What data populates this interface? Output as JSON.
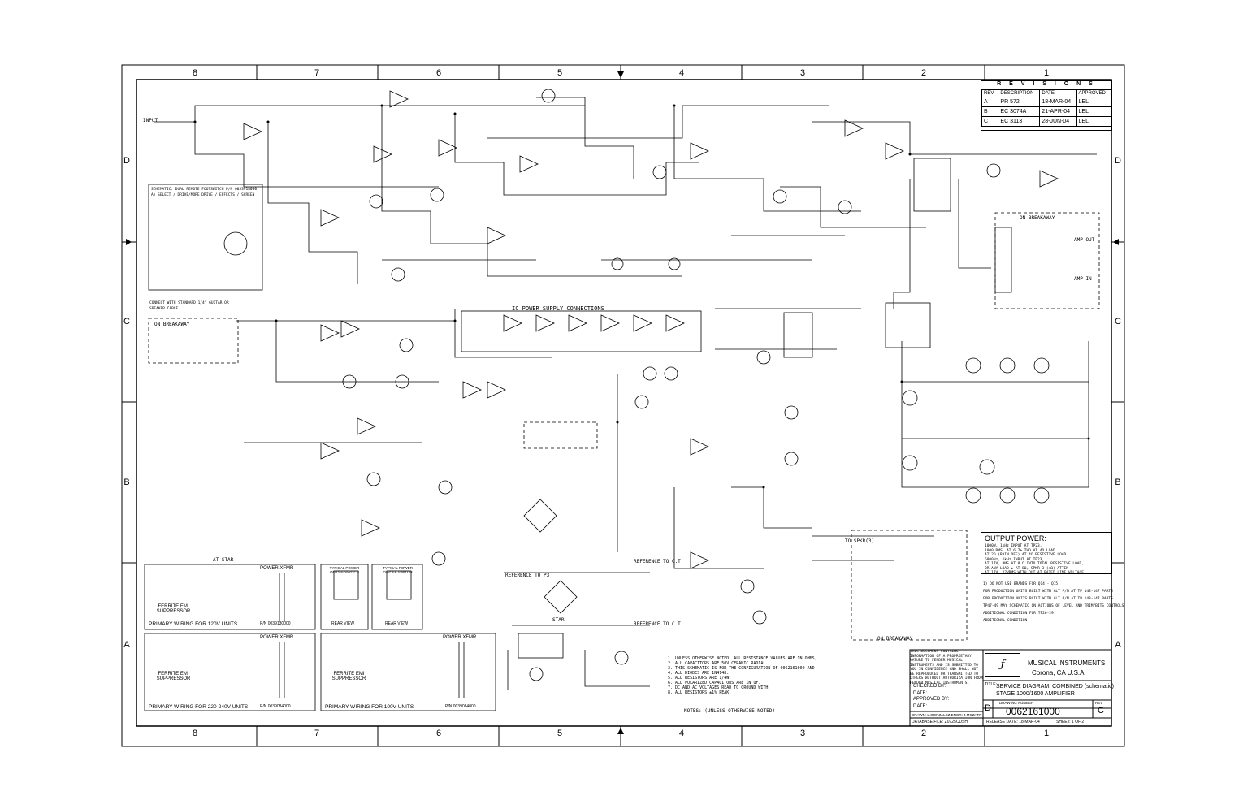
{
  "zones": {
    "columns": [
      "8",
      "7",
      "6",
      "5",
      "4",
      "3",
      "2",
      "1"
    ],
    "rows": [
      "D",
      "C",
      "B",
      "A"
    ]
  },
  "revisions": {
    "title": "R E V I S I O N S",
    "headers": [
      "REV.",
      "DESCRIPTION",
      "DATE",
      "APPROVED"
    ],
    "rows": [
      [
        "A",
        "PR 572",
        "18-MAR-04",
        "LEL"
      ],
      [
        "B",
        "EC 3074A",
        "21-APR-04",
        "LEL"
      ],
      [
        "C",
        "EC 3113",
        "28-JUN-04",
        "LEL"
      ]
    ]
  },
  "labels": {
    "input": "INPUT",
    "ic_power": "IC POWER SUPPLY CONNECTIONS",
    "on_breakaway_left": "ON BREAKAWAY",
    "on_breakaway_right": "ON BREAKAWAY",
    "on_breakaway_bottom": "ON BREAKAWAY",
    "at_star": "AT STAR",
    "star": "STAR",
    "footswitch": "SCHEMATIC: DUAL REMOTE FOOTSWITCH P/N 0053918000",
    "footswitch_2": "A) SELECT / DRIVE/MORE DRIVE / EFFECTS / SCREEN",
    "connect_note": "CONNECT WITH STANDARD 1/4\" GUITAR OR SPEAKER CABLE",
    "ref_ct_1": "REFERENCE TO C.T.",
    "ref_ct_2": "REFERENCE TO C.T.",
    "ref_p3": "REFERENCE TO P3",
    "amp_out": "AMP OUT",
    "amp_in": "AMP IN",
    "to_spkr": "TO SPKR(3)",
    "notes_title": "NOTES: (UNLESS OTHERWISE NOTED)"
  },
  "power_boxes": [
    {
      "title": "POWER XFMR",
      "caption": "PRIMARY WIRING FOR 120V UNITS",
      "pn": "P/N 0039130000",
      "emi": "FERRITE EMI SUPPRESSOR"
    },
    {
      "title": "POWER XFMR",
      "caption": "PRIMARY WIRING FOR 220-240V UNITS",
      "pn": "P/N 0039084000",
      "emi": "FERRITE EMI SUPPRESSOR"
    },
    {
      "title": "POWER XFMR",
      "caption": "PRIMARY WIRING FOR 100V UNITS",
      "pn": "P/N 0039084000",
      "emi": "FERRITE EMI SUPPRESSOR"
    }
  ],
  "switch_boxes": [
    {
      "title": "TYPICAL POWER ON/OFF SWITCH",
      "sub": "REAR VIEW"
    },
    {
      "title": "TYPICAL POWER ON/OFF SWITCH",
      "sub": "REAR VIEW"
    }
  ],
  "output_power": {
    "title": "OUTPUT POWER:",
    "lines": [
      "1000W, 1kHz INPUT AT TP23,",
      "1000 RMS, AT 6.7% THD AT 4Ω LOAD",
      "AT 2Ω (RAIN OFF) AT 4Ω RESISTIVE LOAD",
      "6800Hz, 1kHz INPUT AT TP23,",
      "AT 17V, RMS AT 8 Ω INTO TOTAL RESISTIVE LOAD,",
      "OR ANY LOAD ≥ AT 8Ω, SPKR 3 (4Ω) ATTEN",
      "AT 17V, 27VRMS WITH OUT AT RATED LINE VOLTAGE"
    ]
  },
  "title_block": {
    "company": "MUSICAL INSTRUMENTS",
    "location": "Corona, CA  U.S.A.",
    "title_label": "TITLE:",
    "title_1": "SERVICE DIAGRAM, COMBINED (schematic)",
    "title_2": "STAGE 1000/1600  AMPLIFIER",
    "checked_by": "CHECKED BY:",
    "approved_by": "APPROVED BY:",
    "date": "DATE:",
    "drawn": "DRAWN: L.GONZALEZ   ENGR: J.MOZART",
    "database": "DATABASE FILE: Z0725CDSH",
    "size": "D",
    "drawing_number_label": "DRAWING NUMBER",
    "drawing_number": "0062161000",
    "rev_label": "REV",
    "rev": "C",
    "release": "RELEASE DATE: 18-MAR-04",
    "sheet": "SHEET: 1 OF 2",
    "proprietary": "THIS DOCUMENT CONTAINS INFORMATION OF A PROPRIETARY NATURE TO FENDER MUSICAL INSTRUMENTS AND IS SUBMITTED TO YOU IN CONFIDENCE AND SHALL NOT BE REPRODUCED OR TRANSMITTED TO OTHERS WITHOUT AUTHORIZATION FROM FENDER MUSICAL INSTRUMENTS."
  },
  "notes": [
    "1. UNLESS OTHERWISE NOTED, ALL RESISTANCE VALUES ARE IN OHMS,",
    "2. ALL CAPACITORS ARE 50V CERAMIC RADIAL...",
    "3. THIS SCHEMATIC IS FOR THE CONFIGURATION OF 0062161000 AND",
    "4. ALL DIODES ARE 1N4148.",
    "5. ALL RESISTORS ARE 1/4W.",
    "6. ALL POLARIZED CAPACITORS ARE IN uF.",
    "7. DC AND AC VOLTAGES READ TO GROUND WITH",
    "8. ALL RESISTORS ±1% PEAK."
  ],
  "side_notes": [
    "1) DO NOT USE BRANDS FOR Q14 - Q15.",
    "FOR PRODUCTION UNITS BUILT WITH ALT P/N AT TP 143-147 PARTS",
    "FOR PRODUCTION UNITS BUILT WITH ALT P/N AT TP 143-147 PARTS",
    "TP47-49 MAY SCHEMATIC ON ACTIONS OF LEVEL AND TRIM/BITS CONTROLS",
    "ADDITIONAL CONDITION FOR TP26-29",
    "ADDITIONAL CONDITION"
  ],
  "colors": {
    "ink": "#000000",
    "paper": "#ffffff"
  }
}
